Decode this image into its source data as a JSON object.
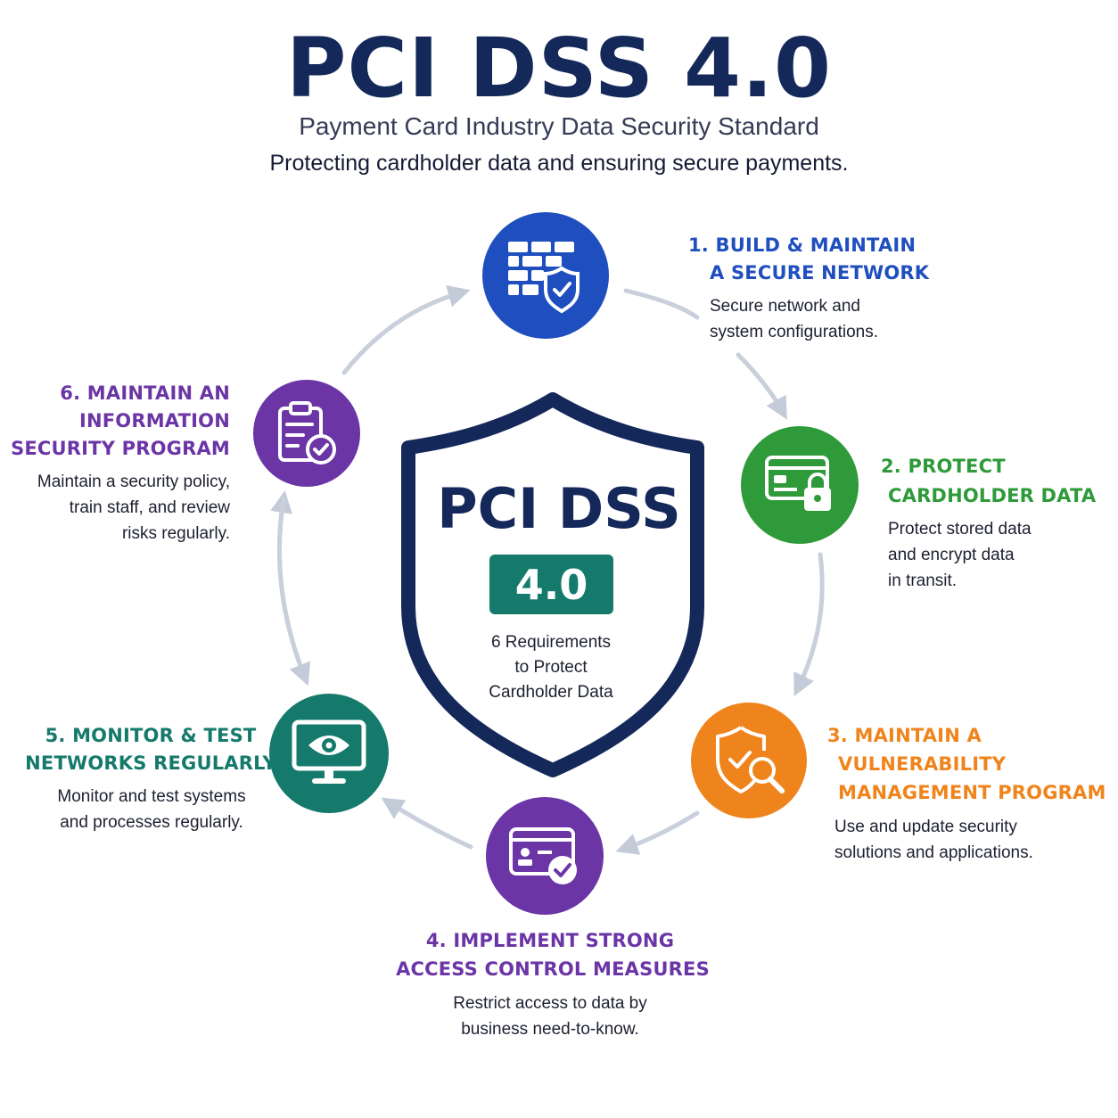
{
  "header": {
    "title": "PCI DSS 4.0",
    "subtitle": "Payment Card Industry Data Security Standard",
    "tagline": "Protecting cardholder data and ensuring secure payments."
  },
  "center": {
    "title": "PCI DSS",
    "version": "4.0",
    "caption_line1": "6 Requirements",
    "caption_line2": "to Protect",
    "caption_line3": "Cardholder Data"
  },
  "colors": {
    "navy": "#14285a",
    "blue": "#1f4fbf",
    "green": "#2e9a3a",
    "orange": "#f0841c",
    "purple": "#6b35a6",
    "teal": "#157a6b",
    "arrow": "#c9cfdb"
  },
  "requirements": [
    {
      "title_line1": "1. BUILD & MAINTAIN",
      "title_line2": "A SECURE NETWORK",
      "desc_line1": "Secure network and",
      "desc_line2": "system configurations.",
      "icon": "firewall-shield-icon"
    },
    {
      "title_line1": "2. PROTECT",
      "title_line2": "CARDHOLDER DATA",
      "desc_line1": "Protect stored data",
      "desc_line2": "and encrypt data",
      "desc_line3": "in transit.",
      "icon": "card-lock-icon"
    },
    {
      "title_line1": "3. MAINTAIN A",
      "title_line2": "VULNERABILITY",
      "title_line3": "MANAGEMENT PROGRAM",
      "desc_line1": "Use and update security",
      "desc_line2": "solutions and applications.",
      "icon": "shield-search-icon"
    },
    {
      "title_line1": "4. IMPLEMENT STRONG",
      "title_line2": "ACCESS CONTROL MEASURES",
      "desc_line1": "Restrict access to data by",
      "desc_line2": "business need-to-know.",
      "icon": "id-card-check-icon"
    },
    {
      "title_line1": "5. MONITOR & TEST",
      "title_line2": "NETWORKS REGULARLY",
      "desc_line1": "Monitor and test systems",
      "desc_line2": "and processes regularly.",
      "icon": "monitor-eye-icon"
    },
    {
      "title_line1": "6. MAINTAIN AN",
      "title_line2": "INFORMATION",
      "title_line3": "SECURITY PROGRAM",
      "desc_line1": "Maintain a security policy,",
      "desc_line2": "train staff, and review",
      "desc_line3": "risks regularly.",
      "icon": "clipboard-check-icon"
    }
  ]
}
